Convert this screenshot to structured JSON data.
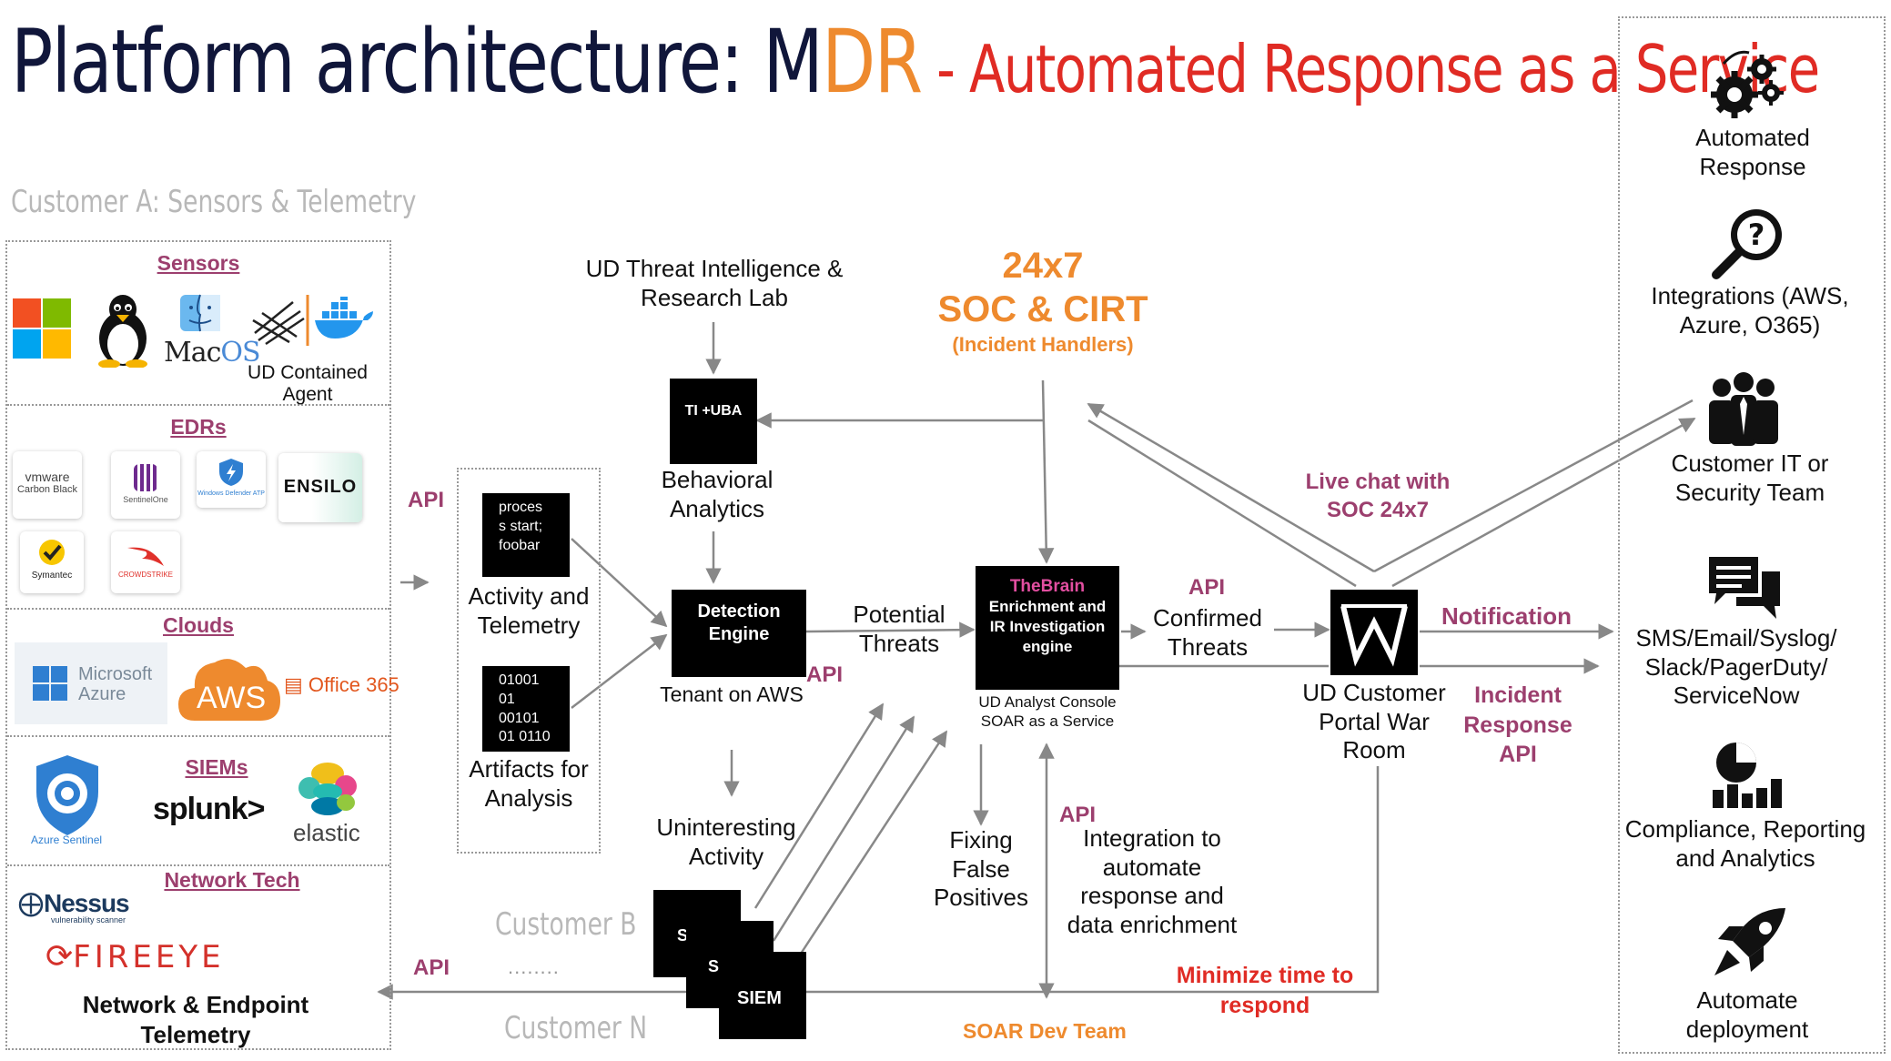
{
  "header": {
    "title_main": "Platform architecture: M",
    "title_dr": "DR",
    "title_sub": " - Automated Response as a Service"
  },
  "customer": {
    "section_title": "Customer A: Sensors & Telemetry",
    "sensors_header": "Sensors",
    "macos_label": "MacOS",
    "mac_prefix": "Mac",
    "mac_suffix": "OS",
    "ud_agent_label": "UD Contained Agent",
    "edrs_header": "EDRs",
    "edr_logos": [
      "vmware Carbon Black",
      "SentinelOne",
      "Windows Defender ATP",
      "ENSILO",
      "Symantec",
      "CROWDSTRIKE"
    ],
    "vmware_label": "vmware",
    "carbon_black_label": "Carbon Black",
    "sentinelone_label": "SentinelOne",
    "defender_label": "Windows Defender ATP",
    "ensilo_label": "ENSILO",
    "symantec_label": "Symantec",
    "crowdstrike_label": "CROWDSTRIKE",
    "clouds_header": "Clouds",
    "azure_line1": "Microsoft",
    "azure_line2": "Azure",
    "aws_label": "AWS",
    "office_label": "Office 365",
    "siems_header": "SIEMs",
    "azure_sentinel_label": "Azure Sentinel",
    "splunk_label": "splunk>",
    "elastic_label": "elastic",
    "network_header": "Network Tech",
    "nessus_label": "Nessus",
    "nessus_sub": "vulnerability scanner",
    "fireeye_label": "FIREEYE",
    "net_endpoint_label": "Network & Endpoint Telemetry"
  },
  "diagram": {
    "api_left": "API",
    "api_bottom_left": "API",
    "process_text": "proces s start; foobar",
    "activity_label": "Activity and Telemetry",
    "binary_text": "01001 01 00101 01 0110",
    "artifacts_label": "Artifacts for Analysis",
    "threat_intel_label": "UD Threat Intelligence & Research Lab",
    "ti_box": "TI +UBA",
    "behavioral_label": "Behavioral Analytics",
    "detection_box": "Detection Engine",
    "tenant_label": "Tenant on AWS",
    "uninteresting_label": "Uninteresting Activity",
    "potential_threats_label": "Potential Threats",
    "api_potential": "API",
    "soc_24x7": "24x7",
    "soc_cirt": "SOC & CIRT",
    "incident_handlers": "(Incident Handlers)",
    "brain_title": "TheBrain",
    "brain_body": "Enrichment and IR Investigation engine",
    "analyst_console_label": "UD Analyst Console SOAR as a Service",
    "api_confirmed": "API",
    "confirmed_threats_label": "Confirmed Threats",
    "live_chat_label": "Live chat with SOC 24x7",
    "notification_label": "Notification",
    "portal_label": "UD Customer Portal War Room",
    "incident_response_api": "Incident Response API",
    "fixing_label": "Fixing False Positives",
    "api_integration": "API",
    "integration_label": "Integration to automate response and data enrichment",
    "minimize_label": "Minimize time to respond",
    "soar_dev_label": "SOAR Dev Team",
    "customer_b": "Customer B",
    "customer_n": "Customer N",
    "dots": "........",
    "siem_box_1": "S",
    "siem_box_2": "S",
    "siem_box_3": "SIEM"
  },
  "right_panel": {
    "automated_response": "Automated Response",
    "integrations": "Integrations (AWS, Azure, O365)",
    "customer_it": "Customer IT or Security Team",
    "sms": "SMS/Email/Syslog/ Slack/PagerDuty/ ServiceNow",
    "compliance": "Compliance, Reporting and Analytics",
    "automate_deployment": "Automate deployment"
  },
  "colors": {
    "title_navy": "#10163a",
    "accent_orange": "#ee8a2e",
    "accent_red": "#e02b24",
    "label_purple": "#9c3f6e"
  },
  "icons": [
    "windows-logo-icon",
    "linux-penguin-icon",
    "macos-finder-icon",
    "docker-icon",
    "gears-icon",
    "question-search-icon",
    "team-icon",
    "chat-icon",
    "report-icon",
    "rocket-icon",
    "portal-w-icon"
  ]
}
